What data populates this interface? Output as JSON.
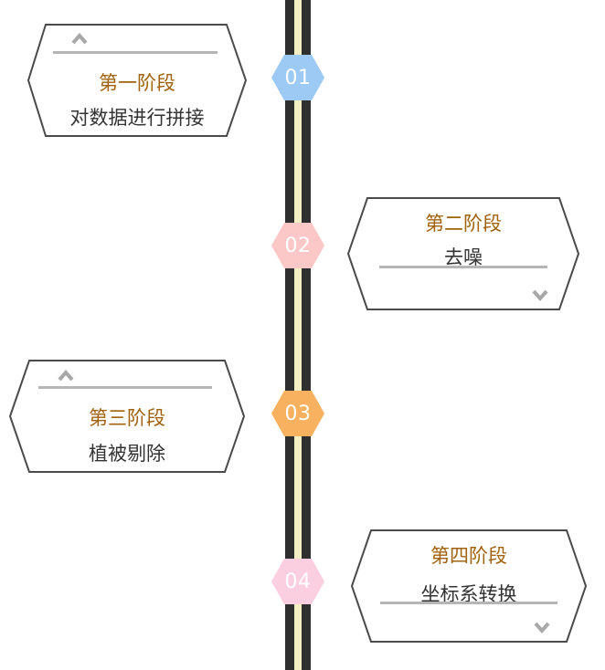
{
  "stages": [
    {
      "number": "01",
      "title": "第一阶段",
      "description": "对数据进行拼接",
      "color": "#9ccaf5",
      "arrow": "up"
    },
    {
      "number": "02",
      "title": "第二阶段",
      "description": "去噪",
      "color": "#fcc7c7",
      "arrow": "down"
    },
    {
      "number": "03",
      "title": "第三阶段",
      "description": "植被剔除",
      "color": "#f7b15f",
      "arrow": "up"
    },
    {
      "number": "04",
      "title": "第四阶段",
      "description": "坐标系转换",
      "color": "#fccfe0",
      "arrow": "down"
    }
  ]
}
